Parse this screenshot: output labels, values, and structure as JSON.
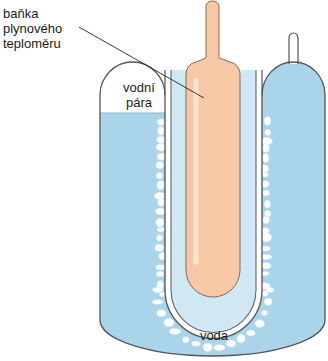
{
  "diagram": {
    "labels": [
      "baňka plynového teploměru",
      "vodní pára",
      "voda"
    ]
  }
}
